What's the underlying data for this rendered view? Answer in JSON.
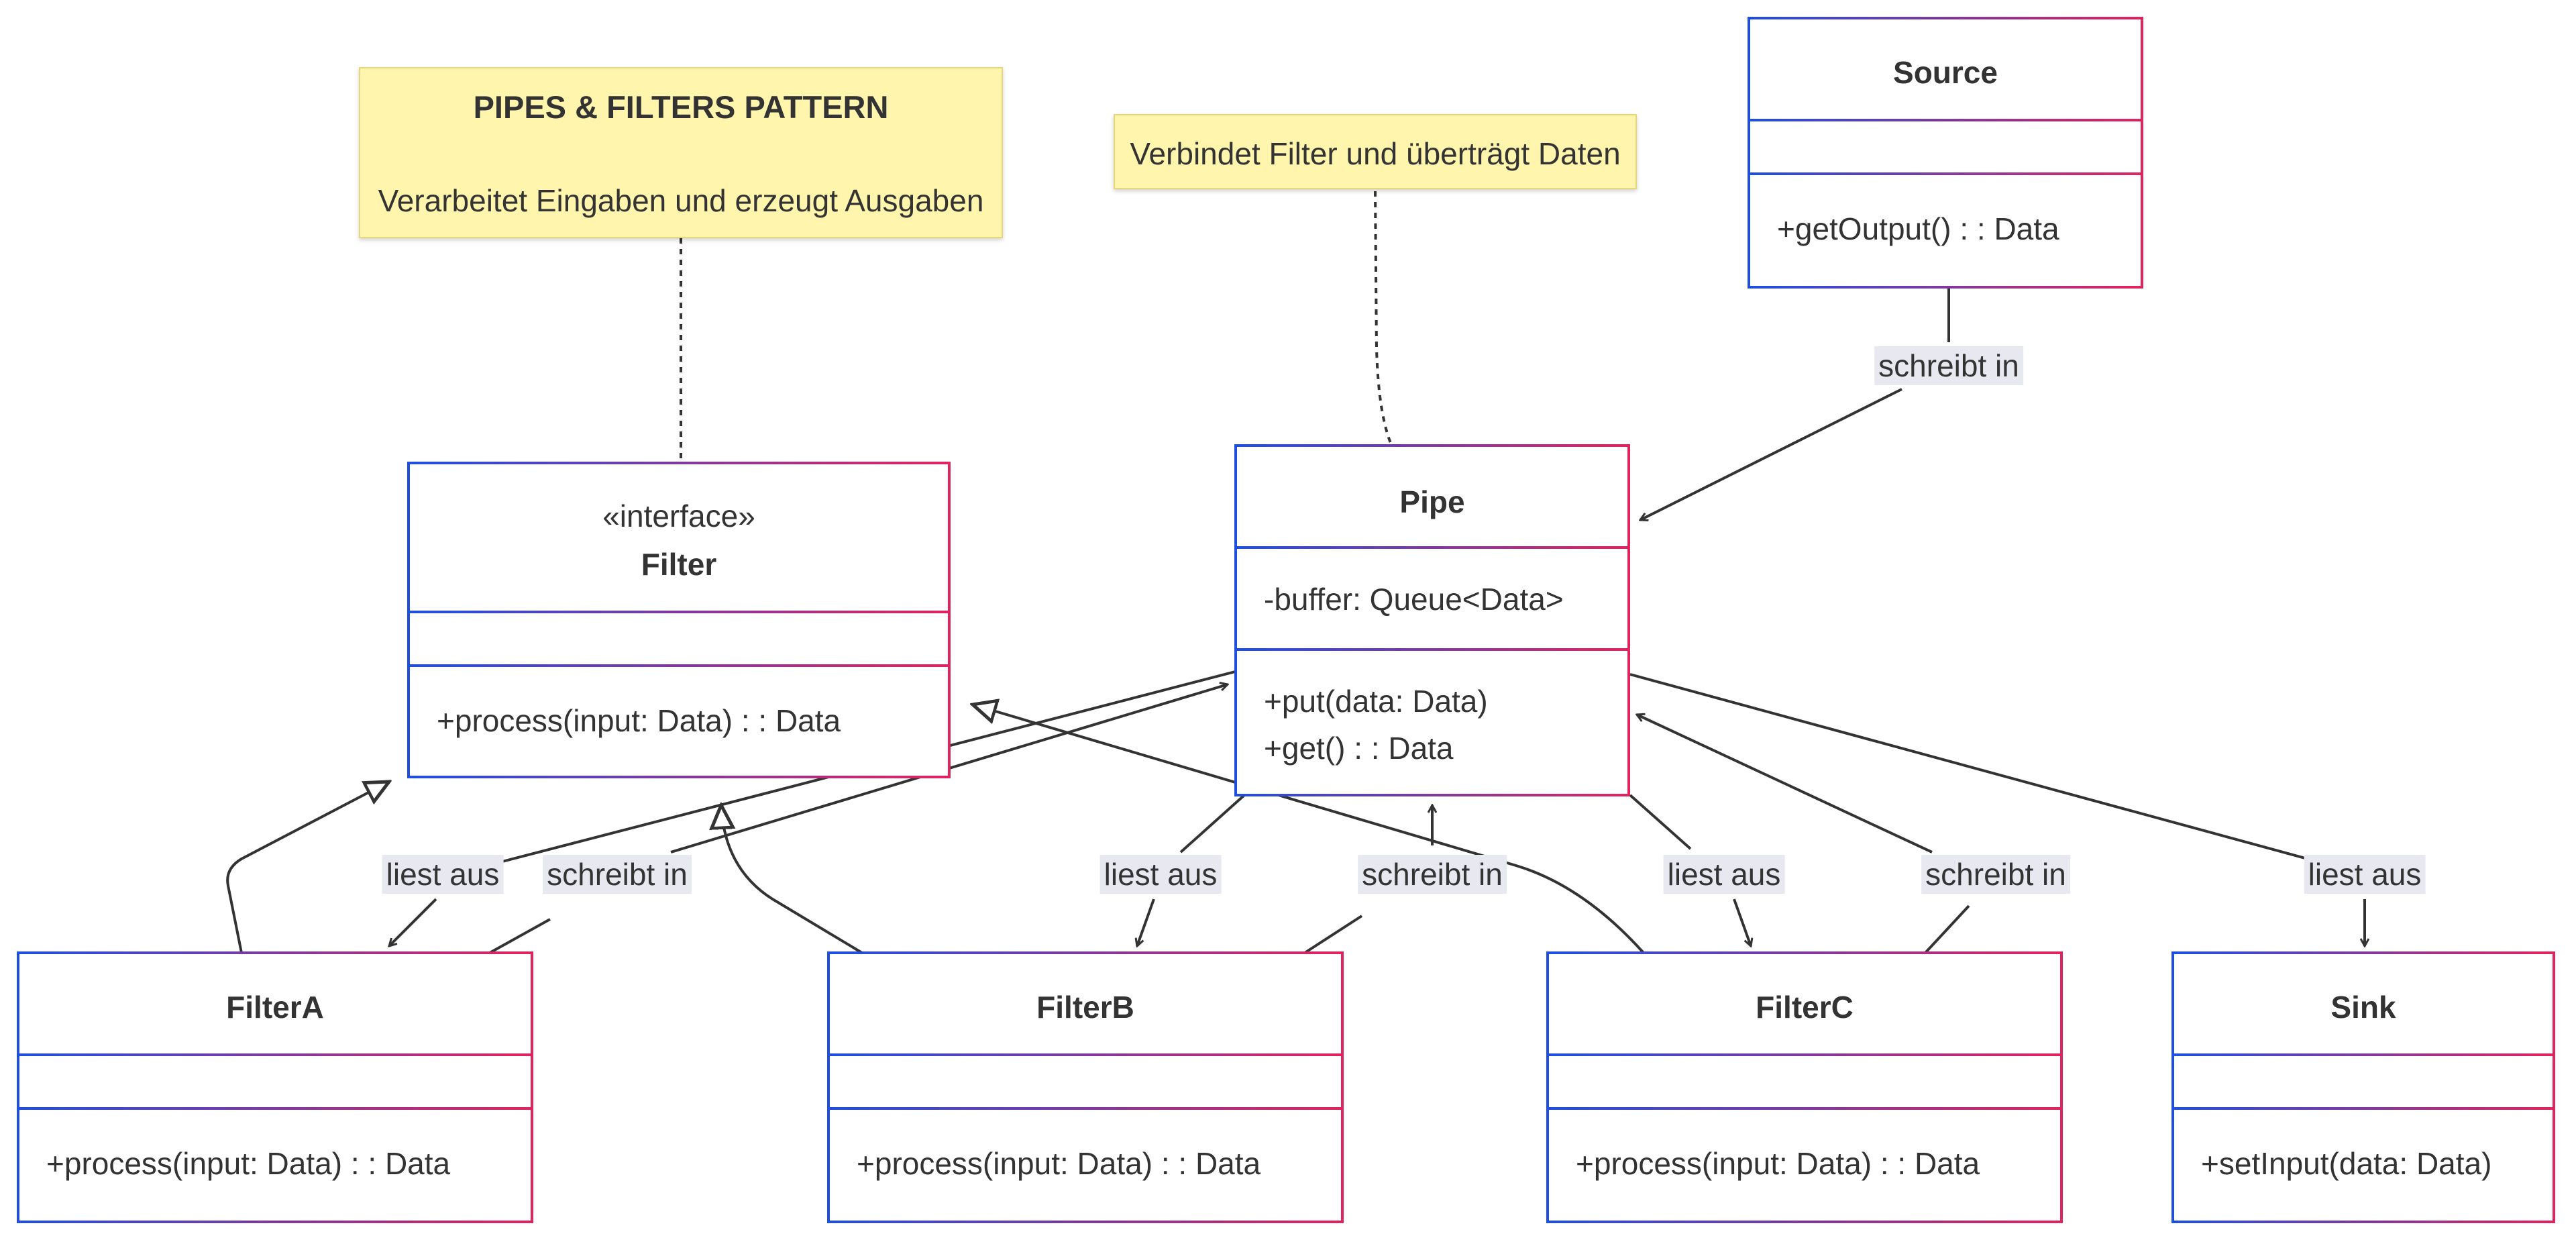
{
  "notes": {
    "pattern": {
      "title": "PIPES & FILTERS PATTERN",
      "text": "Verarbeitet Eingaben und erzeugt Ausgaben"
    },
    "pipe": {
      "text": "Verbindet Filter und überträgt Daten"
    }
  },
  "classes": {
    "source": {
      "name": "Source",
      "method1": "+getOutput() : : Data"
    },
    "filter": {
      "stereotype": "«interface»",
      "name": "Filter",
      "method1": "+process(input: Data) : : Data"
    },
    "pipe": {
      "name": "Pipe",
      "attr1": "-buffer: Queue<Data>",
      "method1": "+put(data: Data)",
      "method2": "+get() : : Data"
    },
    "filterA": {
      "name": "FilterA",
      "method1": "+process(input: Data) : : Data"
    },
    "filterB": {
      "name": "FilterB",
      "method1": "+process(input: Data) : : Data"
    },
    "filterC": {
      "name": "FilterC",
      "method1": "+process(input: Data) : : Data"
    },
    "sink": {
      "name": "Sink",
      "method1": "+setInput(data: Data)"
    }
  },
  "edges": {
    "source_pipe": "schreibt in",
    "a_reads": "liest aus",
    "a_writes": "schreibt in",
    "b_reads": "liest aus",
    "b_writes": "schreibt in",
    "c_reads": "liest aus",
    "c_writes": "schreibt in",
    "sink_reads": "liest aus"
  },
  "colors": {
    "border_start": "#1f4fe0",
    "border_end": "#e0245e",
    "note_bg": "#fff5ad",
    "label_bg": "#e8e8f0"
  }
}
